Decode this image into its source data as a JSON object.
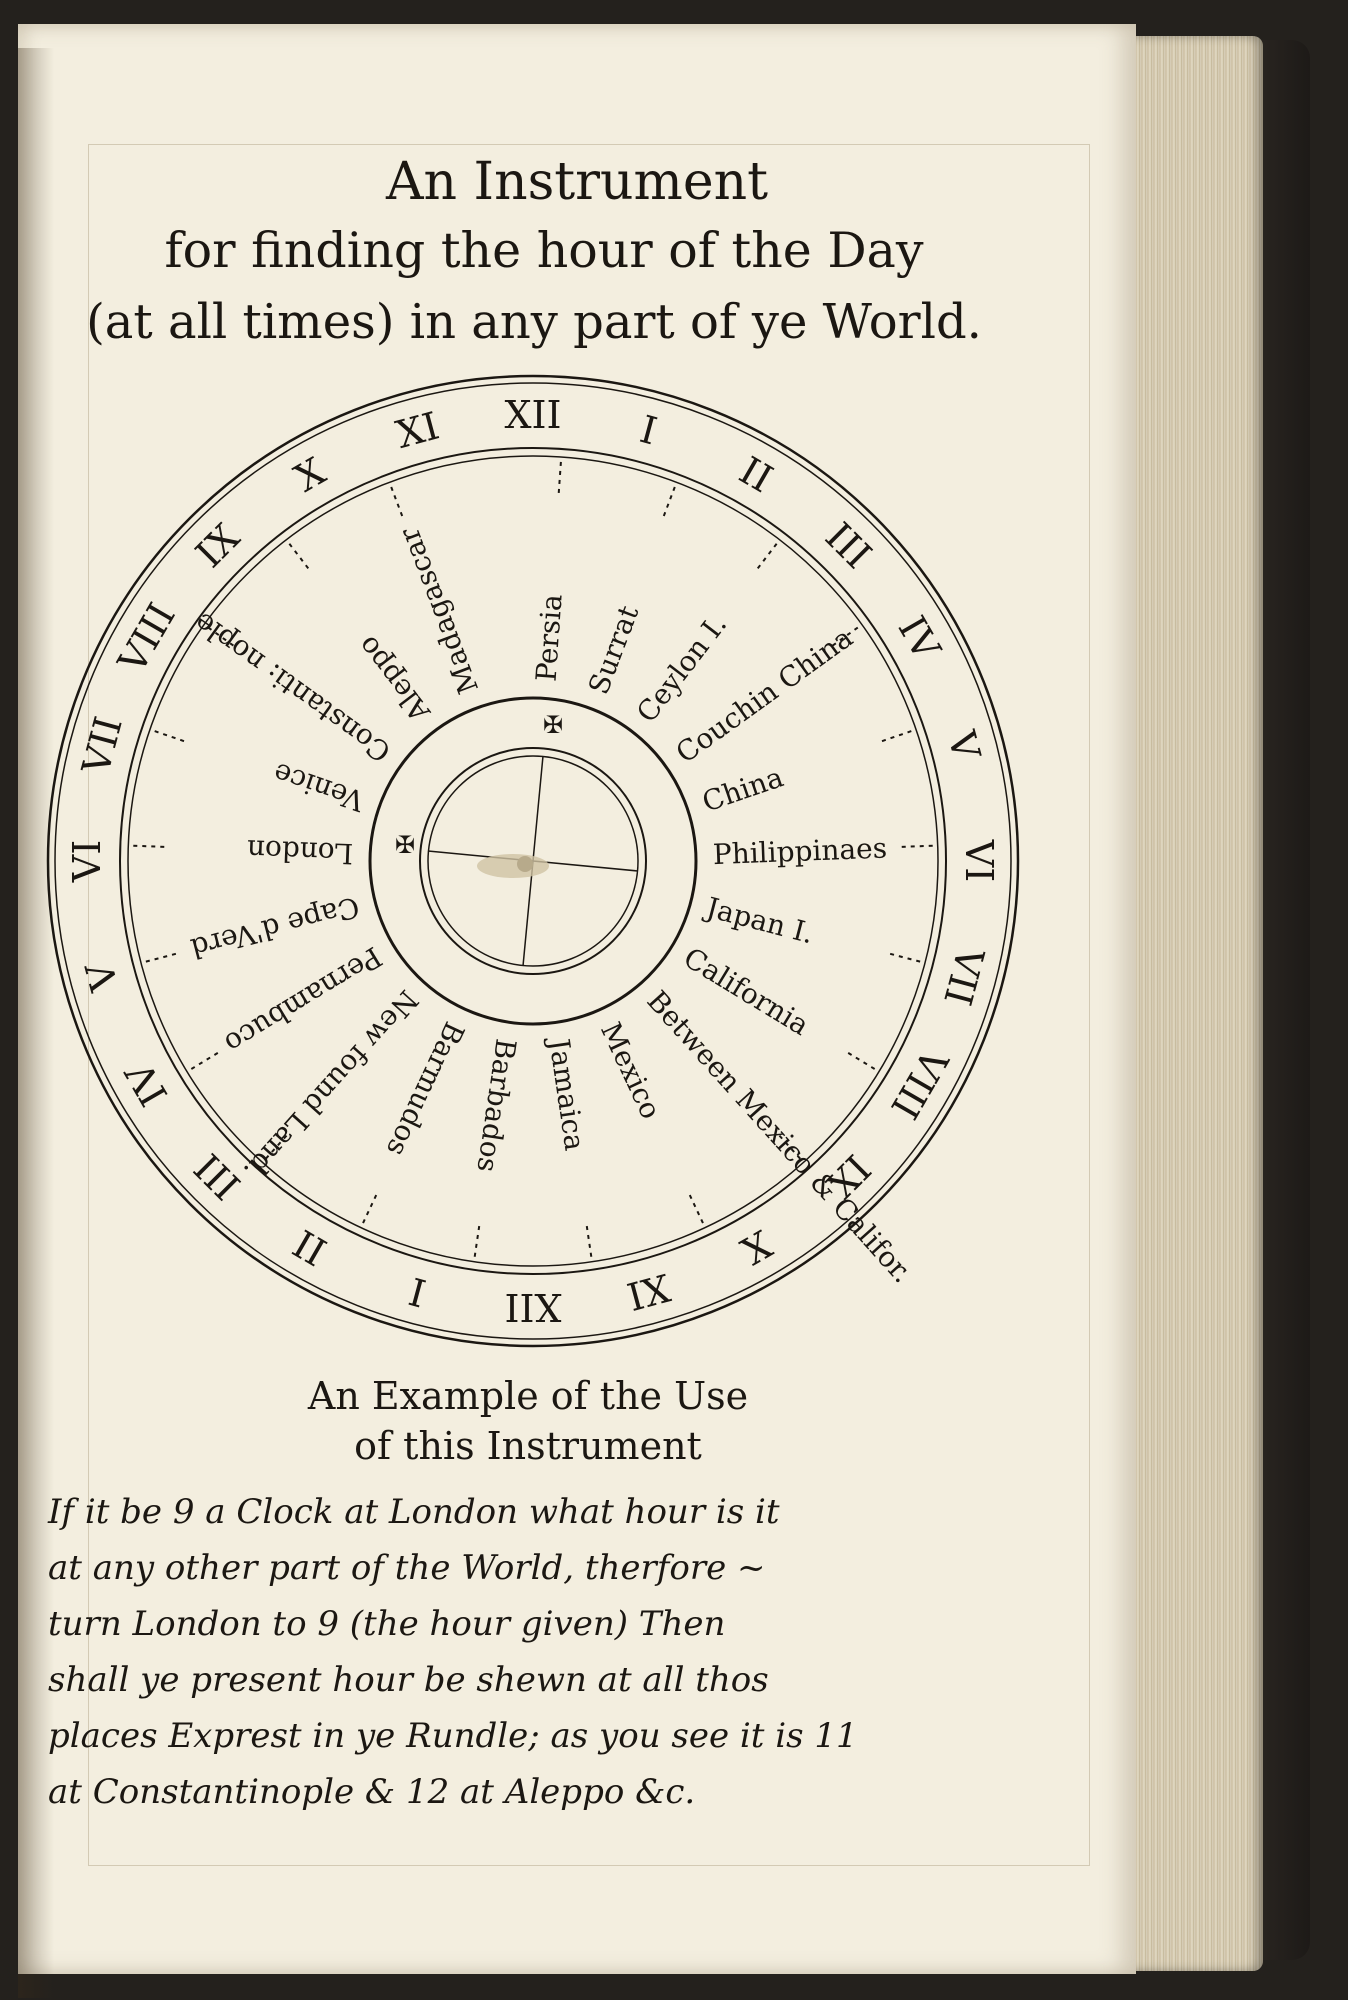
{
  "title": {
    "line1": "An Instrument",
    "line2": "for finding the hour of the Day",
    "line3": "(at all times) in any part of ye World."
  },
  "dial": {
    "outer_hours": [
      "XII",
      "I",
      "II",
      "III",
      "IV",
      "V",
      "VI",
      "VII",
      "VIII",
      "IX",
      "X",
      "XI",
      "XII",
      "I",
      "II",
      "III",
      "IV",
      "V",
      "VI",
      "VII",
      "VIII",
      "IX",
      "X",
      "XI"
    ],
    "places": [
      "Persia",
      "Surrat",
      "Ceylon I.",
      "Couchin China",
      "China",
      "Philippinaes",
      "Japan I.",
      "California",
      "Between Mexico & Califor.",
      "Mexico",
      "Jamaica",
      "Barbados",
      "Barmudos",
      "New found Land.",
      "Pernambuco",
      "Cape d'Verd",
      "London",
      "Venice",
      "Constanti: nople",
      "Aleppo",
      "Madagascar"
    ]
  },
  "example": {
    "heading1": "An Example of the Use",
    "heading2": "of this Instrument",
    "lines": [
      "If it be 9 a Clock at London what hour is it",
      "at any other part of the World, therfore ~",
      "turn London to 9 (the hour given) Then",
      "shall ye present hour be shewn at all thos",
      "places Exprest in ye Rundle; as you see it is 11",
      "at Constantinople & 12 at Aleppo &c."
    ]
  },
  "colors": {
    "paper": "#f3eedf",
    "ink": "#1b1712",
    "edge": "#cdbfa2"
  }
}
